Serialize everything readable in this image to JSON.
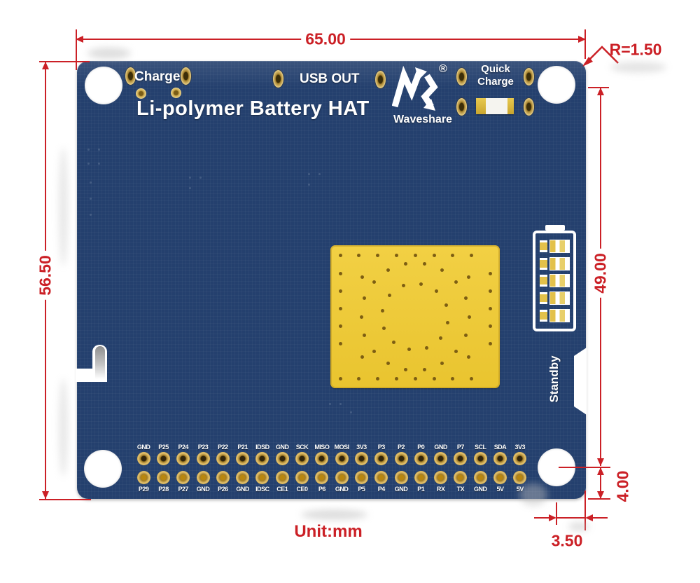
{
  "page": {
    "unit_label": "Unit:mm",
    "background": "#ffffff"
  },
  "board": {
    "title": "Li-polymer Battery HAT",
    "color": "#24406e",
    "silkscreen_color": "#ffffff",
    "labels": {
      "charge": "Charge",
      "usb_out": "USB OUT",
      "quick_charge_line1": "Quick",
      "quick_charge_line2": "Charge",
      "standby": "Standby",
      "brand": "Waveshare",
      "registered_mark": "®"
    },
    "pins": {
      "top": [
        "GND",
        "P25",
        "P24",
        "P23",
        "P22",
        "P21",
        "IDSD",
        "GND",
        "SCK",
        "MISO",
        "MOSI",
        "3V3",
        "P3",
        "P2",
        "P0",
        "GND",
        "P7",
        "SCL",
        "SDA",
        "3V3"
      ],
      "bottom": [
        "P29",
        "P28",
        "P27",
        "GND",
        "P26",
        "GND",
        "IDSC",
        "CE1",
        "CE0",
        "P6",
        "GND",
        "P5",
        "P4",
        "GND",
        "P1",
        "RX",
        "TX",
        "GND",
        "5V",
        "5V"
      ]
    }
  },
  "dimensions": {
    "color": "#cb2026",
    "board_width": "65.00",
    "board_height": "56.50",
    "corner_radius": "R=1.50",
    "hole_spacing_vertical": "49.00",
    "hole_offset_bottom": "4.00",
    "hole_offset_right": "3.50"
  }
}
